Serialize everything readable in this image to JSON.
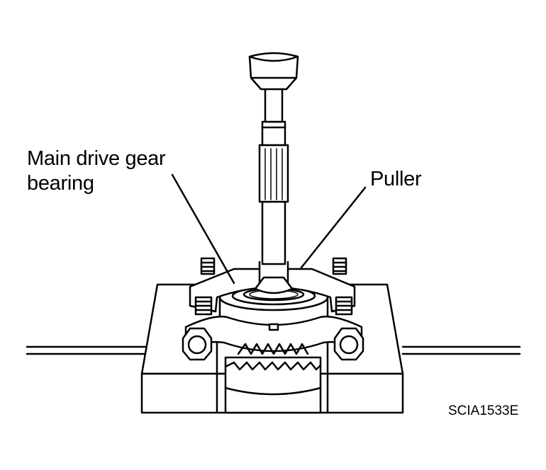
{
  "labels": {
    "bearing_line1": "Main drive gear",
    "bearing_line2": "bearing",
    "puller": "Puller"
  },
  "figure_code": "SCIA1533E",
  "colors": {
    "line": "#000000",
    "fill": "#ffffff",
    "shade": "#bfbfbf"
  }
}
